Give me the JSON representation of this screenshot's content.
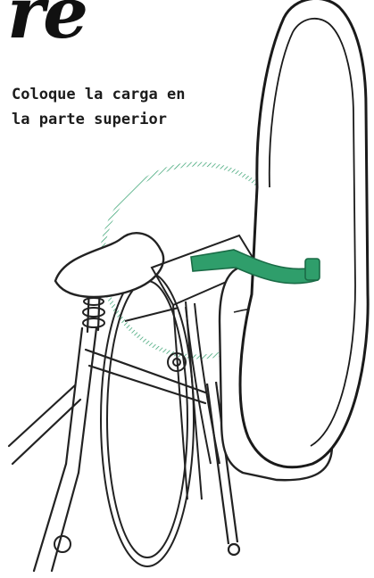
{
  "headline": {
    "fragment": "re"
  },
  "caption": {
    "line1": "Coloque la carga en",
    "line2": "la parte superior"
  },
  "colors": {
    "accent_green": "#2f9e6b",
    "ink": "#1c1c1c",
    "background": "#ffffff"
  }
}
